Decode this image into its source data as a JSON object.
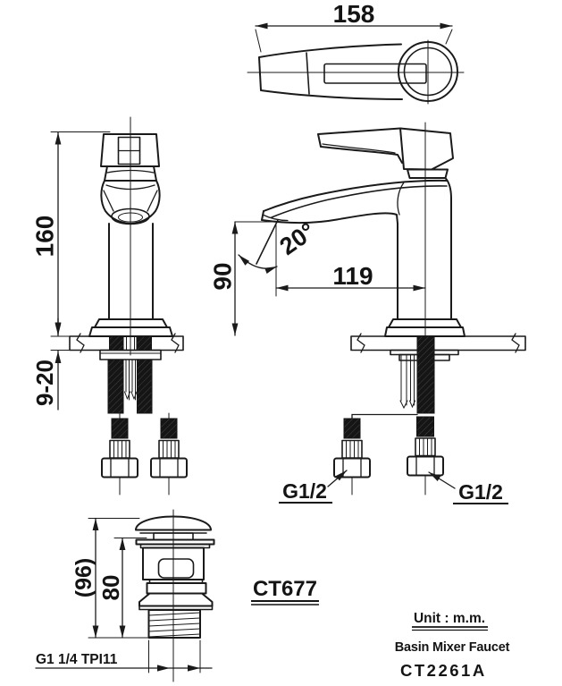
{
  "title_block": {
    "unit_note": "Unit : m.m.",
    "product_name": "Basin Mixer Faucet",
    "product_code": "CT2261A"
  },
  "views": {
    "lever_top": {
      "dims": {
        "length": "158"
      }
    },
    "front": {
      "dims": {
        "height": "160",
        "deck_range": "9-20"
      }
    },
    "side": {
      "dims": {
        "outlet_height": "90",
        "reach": "119",
        "angle": "20°"
      },
      "labels": {
        "inlet_left": "G1/2",
        "inlet_right": "G1/2"
      }
    },
    "drain": {
      "code": "CT677",
      "dims": {
        "overall": "(96)",
        "body": "80"
      },
      "labels": {
        "thread": "G1 1/4 TPI11"
      }
    }
  },
  "colors": {
    "line": "#1a1a1a",
    "background": "#ffffff"
  }
}
